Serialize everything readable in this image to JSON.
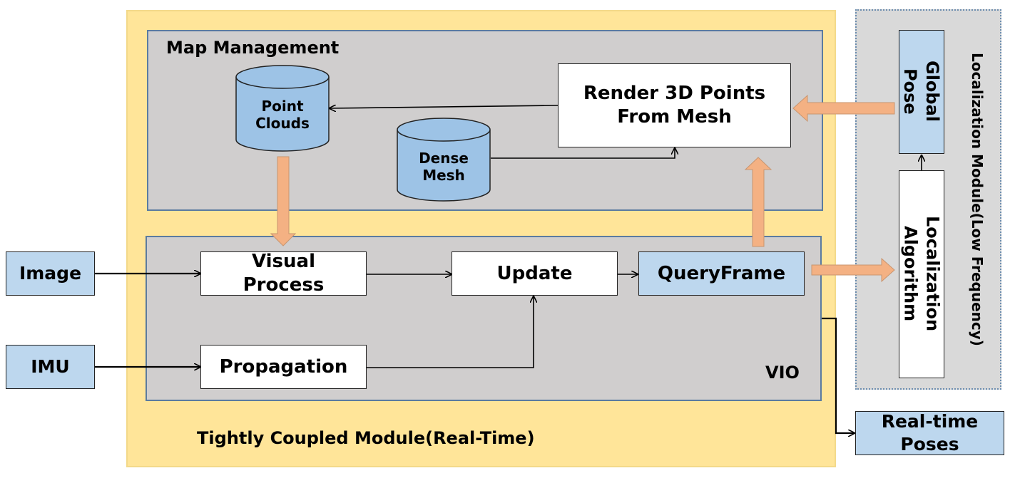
{
  "regions": {
    "tightly_coupled": "Tightly Coupled Module(Real-Time)",
    "map_management": "Map Management",
    "vio": "VIO",
    "localization_module": "Localization Module(Low Frequency)"
  },
  "nodes": {
    "image": "Image",
    "imu": "IMU",
    "visual_process": [
      "Visual",
      "Process"
    ],
    "propagation": "Propagation",
    "update": "Update",
    "query_frame": "QueryFrame",
    "render": [
      "Render 3D Points",
      "From Mesh"
    ],
    "point_clouds": [
      "Point",
      "Clouds"
    ],
    "dense_mesh": [
      "Dense",
      "Mesh"
    ],
    "global_pose": [
      "Global",
      "Pose"
    ],
    "localization_algorithm": [
      "Localization",
      "Algorithm"
    ],
    "realtime_poses": [
      "Real-time",
      "Poses"
    ]
  },
  "colors": {
    "module_fill": "#ffe599",
    "region_fill": "#d0cece",
    "region_border": "#5b7ba0",
    "node_blue": "#bdd7ee",
    "cylinder_blue": "#9dc3e6",
    "fat_arrow": "#f4b183"
  }
}
